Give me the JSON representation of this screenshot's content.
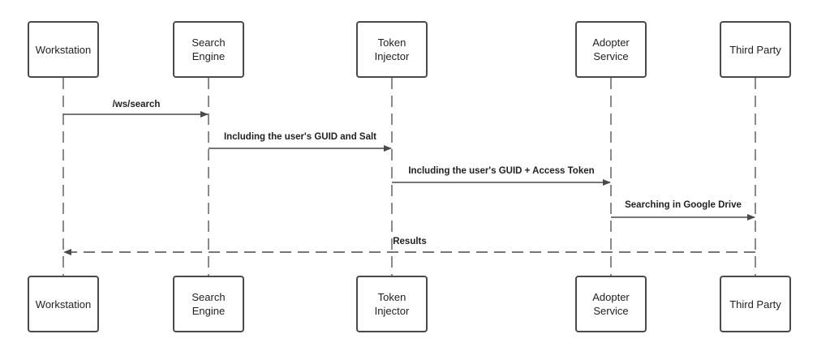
{
  "participants": [
    {
      "label": "Workstation"
    },
    {
      "label": "Search\nEngine"
    },
    {
      "label": "Token\nInjector"
    },
    {
      "label": "Adopter\nService"
    },
    {
      "label": "Third Party"
    }
  ],
  "messages": [
    {
      "label": "/ws/search",
      "from": 0,
      "to": 1,
      "style": "solid"
    },
    {
      "label": "Including the user's GUID and Salt",
      "from": 1,
      "to": 2,
      "style": "solid"
    },
    {
      "label": "Including the user's GUID + Access Token",
      "from": 2,
      "to": 3,
      "style": "solid"
    },
    {
      "label": "Searching in Google Drive",
      "from": 3,
      "to": 4,
      "style": "solid"
    },
    {
      "label": "Results",
      "from": 4,
      "to": 0,
      "style": "dashed"
    }
  ],
  "colors": {
    "line": "#4a4a4a",
    "text": "#222222"
  }
}
